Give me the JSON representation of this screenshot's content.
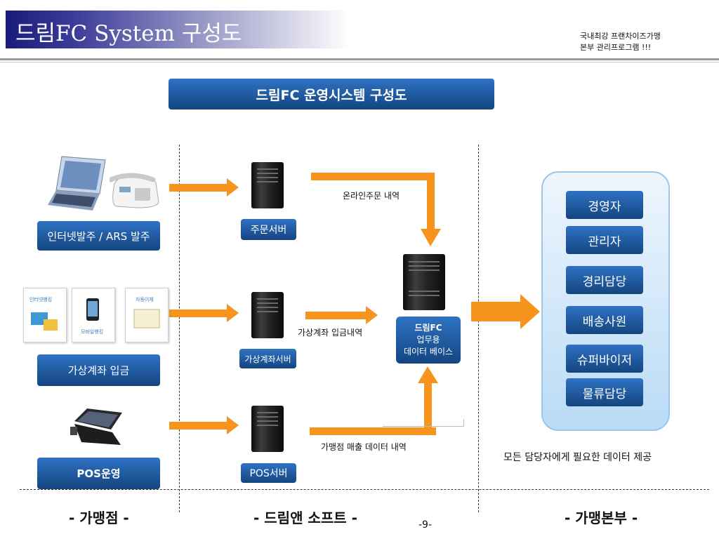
{
  "header": {
    "title": "드림FC System 구성도",
    "subtitle_line1": "국내최강 프랜차이즈가맹",
    "subtitle_line2": "본부 관리프로그램 !!!"
  },
  "diagram": {
    "banner": "드림FC 운영시스템 구성도",
    "franchise": {
      "internet_label": "인터넷발주 / ARS 발주",
      "virtual_label": "가상계좌  입금",
      "pos_label": "POS운영"
    },
    "servers": {
      "order": "주문서버",
      "virtual": "가상계좌서버",
      "pos": "POS서버"
    },
    "database": {
      "line1": "드림FC",
      "line2": "업무용",
      "line3": "데이터 베이스"
    },
    "flows": {
      "online_order": "온라인주문 내역",
      "virtual_deposit": "가상계좌 입금내역",
      "store_sales": "가맹점 매출 데이터 내역"
    },
    "roles": [
      "경영자",
      "관리자",
      "경리담당",
      "배송사원",
      "슈퍼바이저",
      "물류담당"
    ],
    "provide_text": "모든  담당자에게  필요한  데이터  제공",
    "sections": {
      "franchise": "- 가맹점 -",
      "dream": "- 드림앤 소프트 -",
      "hq": "- 가맹본부 -"
    }
  },
  "page_number": "-9-",
  "colors": {
    "title_bar_dark": "#1a1a7a",
    "label_blue": "#1e5aa6",
    "arrow_orange": "#f7941d",
    "panel_fill": "#cfe6f9"
  },
  "icons": [
    "laptop-icon",
    "telephone-icon",
    "internet-banking-icon",
    "mobile-banking-icon",
    "auto-transfer-icon",
    "pos-terminal-icon",
    "server-icon"
  ]
}
